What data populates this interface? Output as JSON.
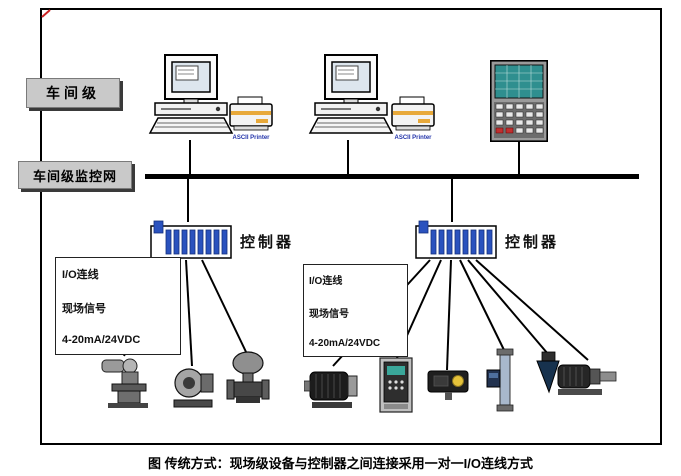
{
  "labels": {
    "workshop_level": "车间级",
    "monitoring_network": "车间级监控网"
  },
  "controllers": {
    "left_label": "控制器",
    "right_label": "控制器"
  },
  "io_box_left": {
    "line1": "I/O连线",
    "line2": "现场信号",
    "line3": "4-20mA/24VDC"
  },
  "io_box_right": {
    "line1": "I/O连线",
    "line2": "现场信号",
    "line3": "4-20mA/24VDC"
  },
  "printers": {
    "left_label": "ASCII Printer",
    "right_label": "ASCII Printer"
  },
  "caption": "图 传统方式：现场级设备与控制器之间连接采用一对一I/O连线方式",
  "colors": {
    "module_blue": "#2a52be",
    "hmi_screen_teal": "#2f8f8f",
    "printer_accent": "#e8a93a",
    "label_box_gray": "#c9c9c9",
    "bus_black": "#000000"
  },
  "devices": {
    "left_group": [
      "motorized-valve",
      "pump",
      "control-valve"
    ],
    "right_group": [
      "servo-motor",
      "vfd-drive",
      "transmitter",
      "flow-meter",
      "level-sensor",
      "gear-motor"
    ]
  }
}
